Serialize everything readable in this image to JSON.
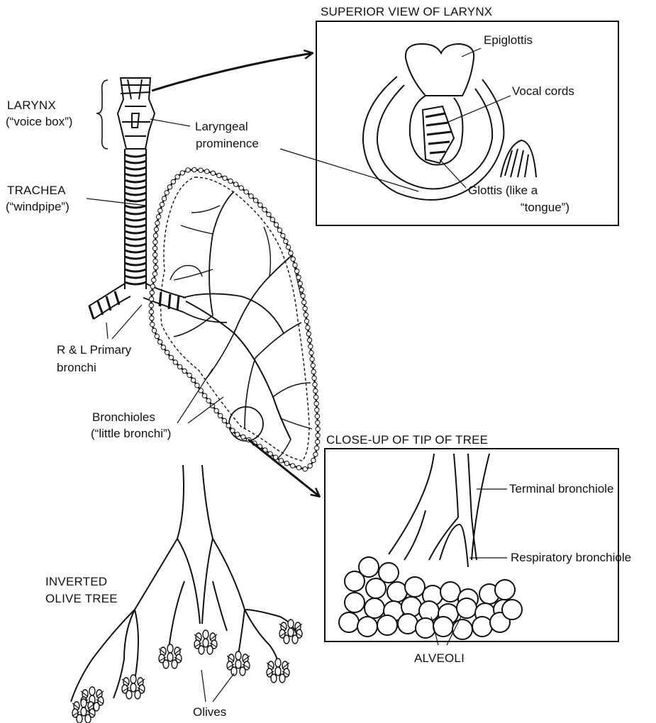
{
  "larynx_view": {
    "title": "SUPERIOR VIEW OF LARYNX",
    "epiglottis": "Epiglottis",
    "vocal_cords": "Vocal cords",
    "glottis_line1": "Glottis (like a",
    "glottis_line2": "“tongue”)"
  },
  "airway": {
    "larynx_line1": "LARYNX",
    "larynx_line2": "(“voice box”)",
    "laryngeal_line1": "Laryngeal",
    "laryngeal_line2": "prominence",
    "trachea_line1": "TRACHEA",
    "trachea_line2": "(“windpipe”)",
    "bronchi_line1": "R & L Primary",
    "bronchi_line2": "bronchi",
    "bronchioles_line1": "Bronchioles",
    "bronchioles_line2": "(“little bronchi”)"
  },
  "closeup": {
    "title": "CLOSE-UP OF TIP OF TREE",
    "terminal": "Terminal bronchiole",
    "respiratory": "Respiratory bronchiole",
    "alveoli": "ALVEOLI"
  },
  "olive_tree": {
    "title_line1": "INVERTED",
    "title_line2": "OLIVE TREE",
    "olives": "Olives"
  }
}
